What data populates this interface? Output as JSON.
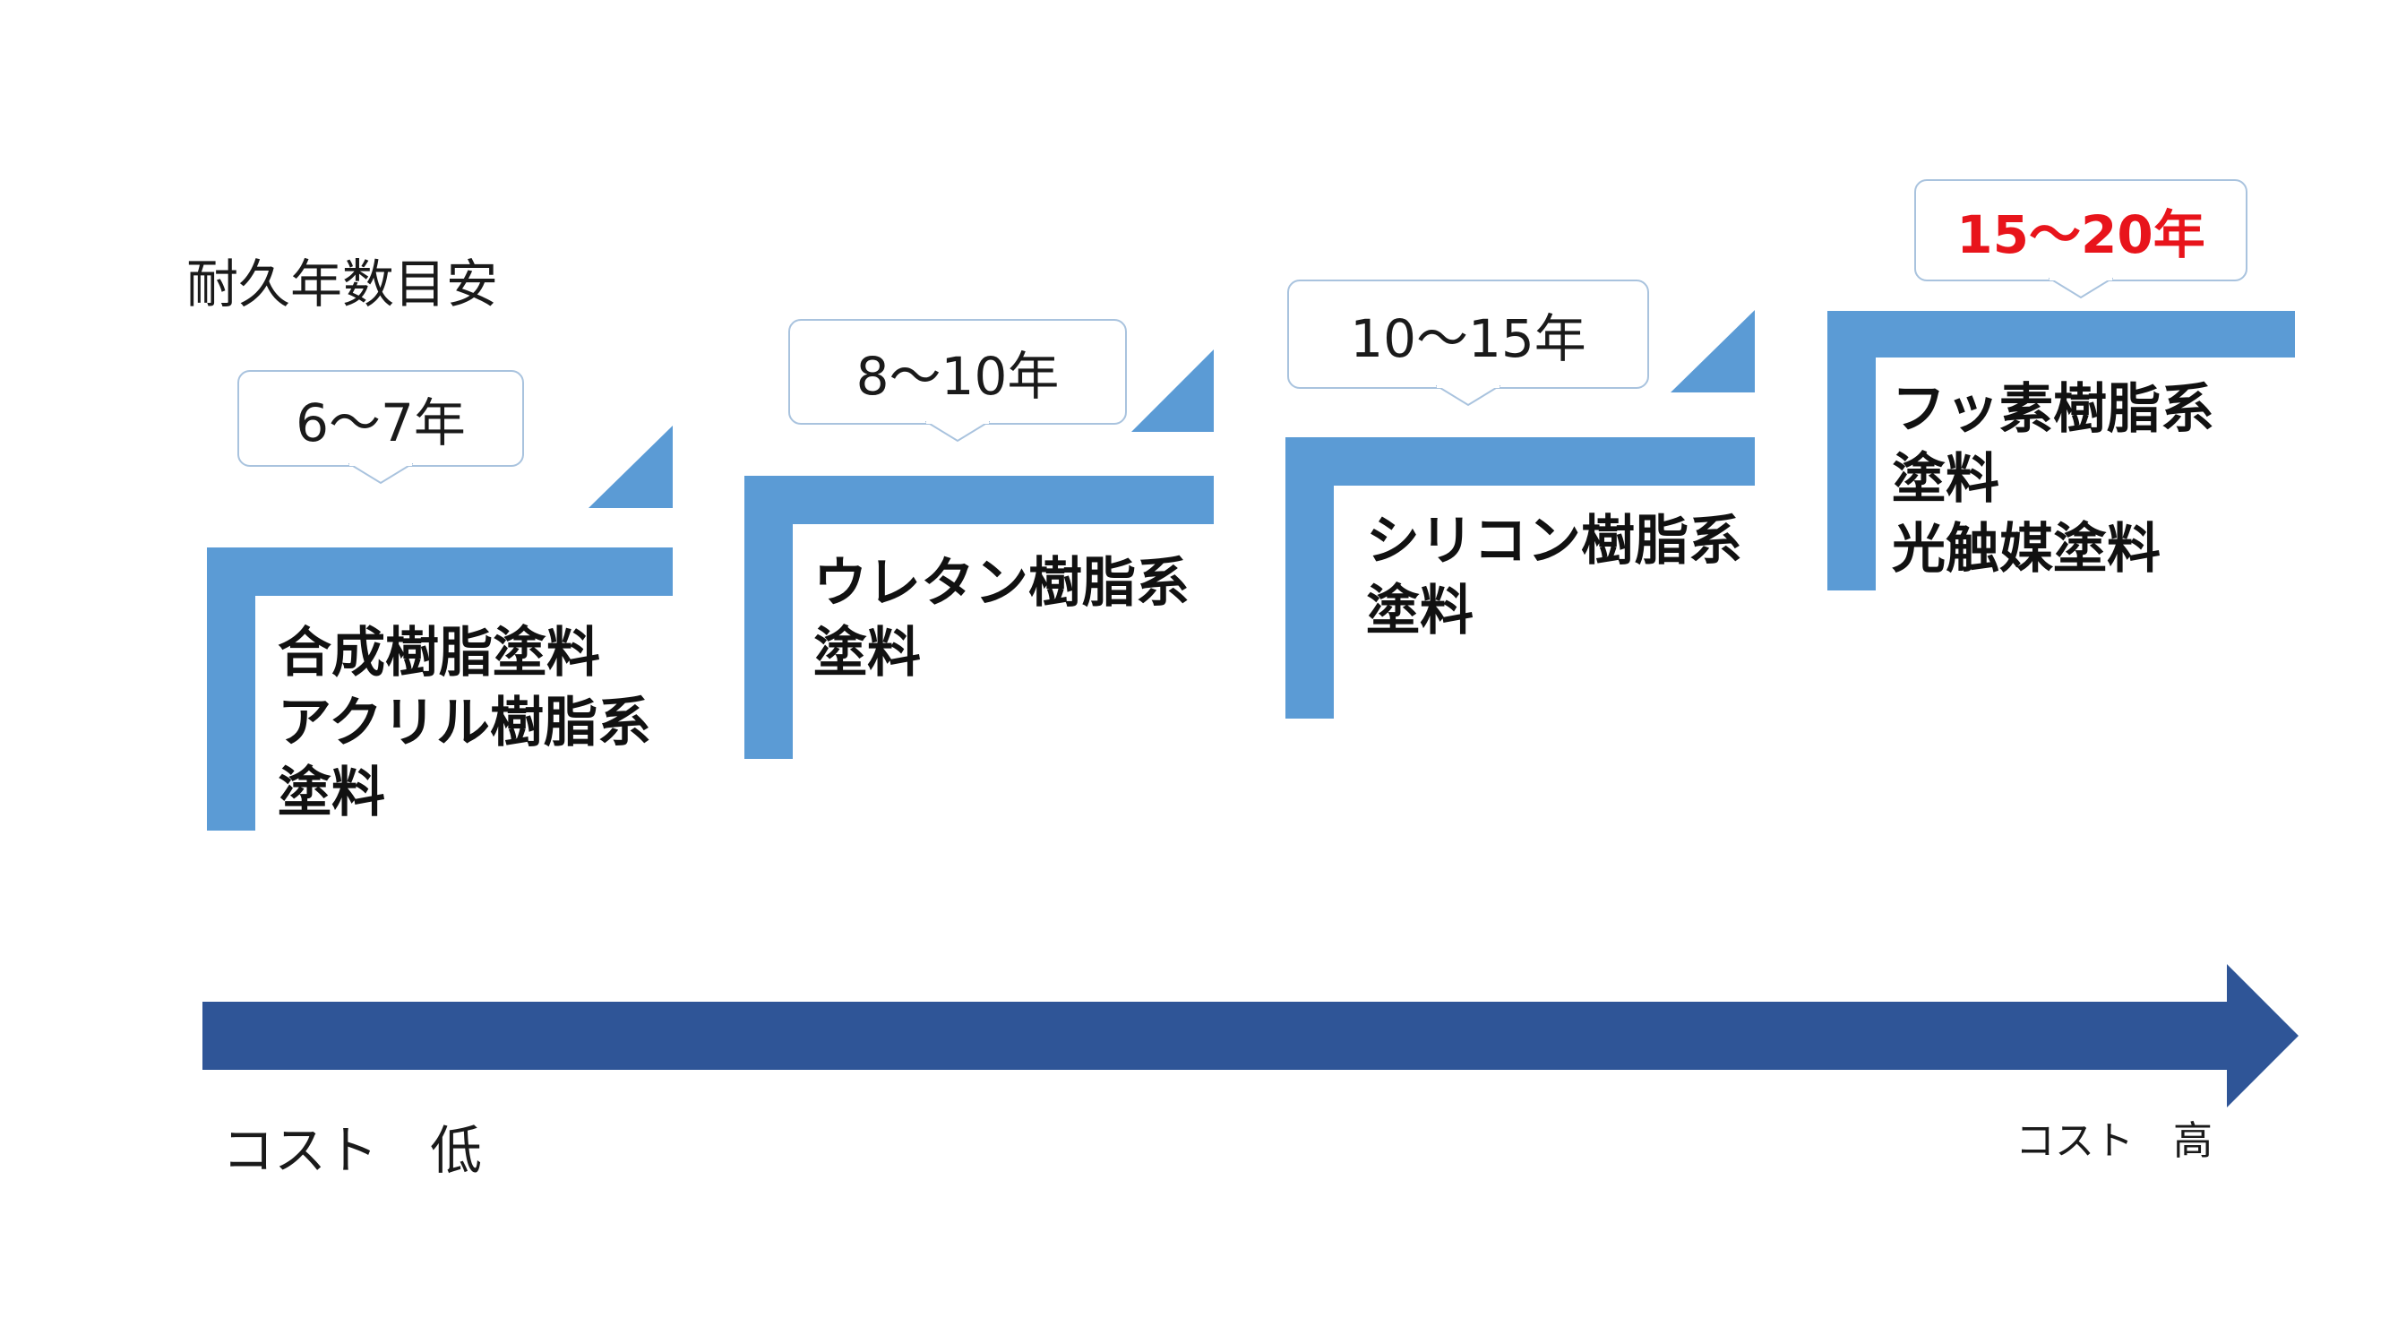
{
  "title": "耐久年数目安",
  "colors": {
    "bar": "#5b9bd5",
    "arrow": "#2f5597",
    "highlight": "#e8141b",
    "callout_border": "#a9c3de"
  },
  "steps": [
    {
      "years": "6〜7年",
      "material_lines": [
        "合成樹脂塗料",
        "アクリル樹脂系",
        "塗料"
      ]
    },
    {
      "years": "8〜10年",
      "material_lines": [
        "ウレタン樹脂系",
        "塗料"
      ]
    },
    {
      "years": "10〜15年",
      "material_lines": [
        "シリコン樹脂系",
        "塗料"
      ]
    },
    {
      "years": "15〜20年",
      "material_lines": [
        "フッ素樹脂系",
        "塗料",
        "光触媒塗料"
      ],
      "highlighted": true
    }
  ],
  "cost": {
    "low": "コスト　低",
    "high": "コスト　高"
  }
}
